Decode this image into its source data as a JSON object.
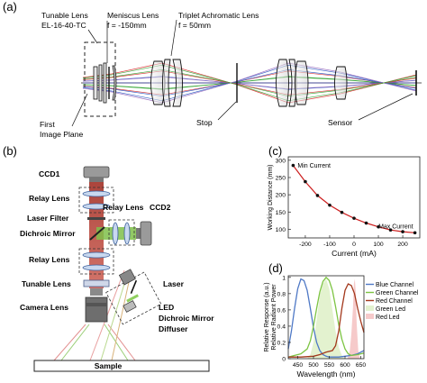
{
  "panel_a": {
    "label": "(a)",
    "tunable_lens": [
      "Tunable Lens",
      "EL-16-40-TC"
    ],
    "meniscus_lens": [
      "Meniscus Lens",
      "f = -150mm"
    ],
    "triplet_lens": [
      "Triplet Achromatic Lens",
      "f = 50mm"
    ],
    "first_image_plane": [
      "First",
      "Image Plane"
    ],
    "stop": "Stop",
    "sensor": "Sensor"
  },
  "panel_b": {
    "label": "(b)",
    "ccd1": "CCD1",
    "relay_lens_top": "Relay Lens",
    "laser_filter": "Laser Filter",
    "dichroic_mirror": "Dichroic Mirror",
    "relay_lens_side": "Relay Lens",
    "ccd2": "CCD2",
    "relay_lens_bottom": "Relay Lens",
    "tunable_lens": "Tunable Lens",
    "camera_lens": "Camera Lens",
    "laser": "Laser",
    "led": "LED",
    "dichroic_mirror_2": "Dichroic Mirror",
    "diffuser": "Diffuser",
    "sample": "Sample"
  },
  "chart_data": [
    {
      "panel": "(c)",
      "type": "line",
      "xlabel": "Current (mA)",
      "ylabel": "Working Distance (mm)",
      "x": [
        -250,
        -200,
        -150,
        -100,
        -50,
        0,
        50,
        100,
        150,
        200,
        250
      ],
      "series": [
        {
          "values": [
            285,
            238,
            198,
            170,
            149,
            132,
            118,
            107,
            98,
            93,
            90
          ]
        }
      ],
      "xticks": [
        "-200",
        "-100",
        "0",
        "100",
        "200"
      ],
      "yticks": [
        "100",
        "150",
        "200",
        "250",
        "300"
      ],
      "xlim": [
        -270,
        270
      ],
      "ylim": [
        75,
        310
      ],
      "annotations": [
        {
          "text": "Min Current",
          "x": -250,
          "y": 285
        },
        {
          "text": "Max Current",
          "x": 250,
          "y": 90
        }
      ],
      "line_color": "#cc1d1d",
      "marker_color": "#111111"
    },
    {
      "panel": "(d)",
      "type": "area",
      "xlabel": "Wavelength (nm)",
      "ylabel": [
        "Relative Response (a.u.)",
        "Relative Radiant Power"
      ],
      "xticks": [
        "450",
        "500",
        "550",
        "600",
        "650"
      ],
      "yticks": [
        "0",
        "0.2",
        "0.4",
        "0.6",
        "0.8",
        "1"
      ],
      "xlim": [
        420,
        660
      ],
      "ylim": [
        0,
        1.02
      ],
      "legend": "right",
      "series": [
        {
          "name": "Blue Channel",
          "kind": "line",
          "color": "#4f79c6",
          "x": [
            420,
            430,
            440,
            450,
            460,
            470,
            480,
            490,
            500,
            510,
            520,
            530,
            540,
            550,
            560,
            570,
            580,
            600,
            620,
            640,
            660
          ],
          "y": [
            0.12,
            0.34,
            0.62,
            0.86,
            0.98,
            0.96,
            0.84,
            0.62,
            0.38,
            0.2,
            0.1,
            0.05,
            0.03,
            0.02,
            0.02,
            0.02,
            0.02,
            0.03,
            0.04,
            0.06,
            0.1
          ]
        },
        {
          "name": "Green Channel",
          "kind": "line",
          "color": "#7dc443",
          "x": [
            420,
            440,
            460,
            480,
            490,
            500,
            510,
            520,
            530,
            540,
            550,
            560,
            570,
            580,
            590,
            600,
            610,
            620,
            640,
            660
          ],
          "y": [
            0.02,
            0.04,
            0.06,
            0.12,
            0.22,
            0.4,
            0.62,
            0.82,
            0.95,
            1.0,
            0.96,
            0.84,
            0.64,
            0.42,
            0.24,
            0.12,
            0.06,
            0.04,
            0.05,
            0.07
          ]
        },
        {
          "name": "Red Channel",
          "kind": "line",
          "color": "#a3381c",
          "x": [
            420,
            460,
            500,
            520,
            540,
            560,
            570,
            580,
            590,
            600,
            610,
            620,
            630,
            640,
            650,
            660
          ],
          "y": [
            0.02,
            0.02,
            0.03,
            0.05,
            0.08,
            0.1,
            0.16,
            0.34,
            0.62,
            0.84,
            0.92,
            0.9,
            0.8,
            0.62,
            0.46,
            0.32
          ]
        },
        {
          "name": "Green Led",
          "kind": "fill",
          "color": "#e3f2cf",
          "x": [
            480,
            490,
            500,
            510,
            520,
            530,
            540,
            550,
            560,
            570,
            580,
            590,
            600
          ],
          "y": [
            0.0,
            0.05,
            0.2,
            0.48,
            0.78,
            0.92,
            0.98,
            0.86,
            0.6,
            0.34,
            0.14,
            0.04,
            0.0
          ]
        },
        {
          "name": "Red Led",
          "kind": "fill",
          "color": "#f6caca",
          "x": [
            608,
            615,
            620,
            625,
            628,
            631,
            634,
            637,
            642,
            648
          ],
          "y": [
            0.0,
            0.1,
            0.3,
            0.62,
            0.92,
            0.98,
            0.82,
            0.44,
            0.1,
            0.0
          ]
        }
      ]
    }
  ]
}
